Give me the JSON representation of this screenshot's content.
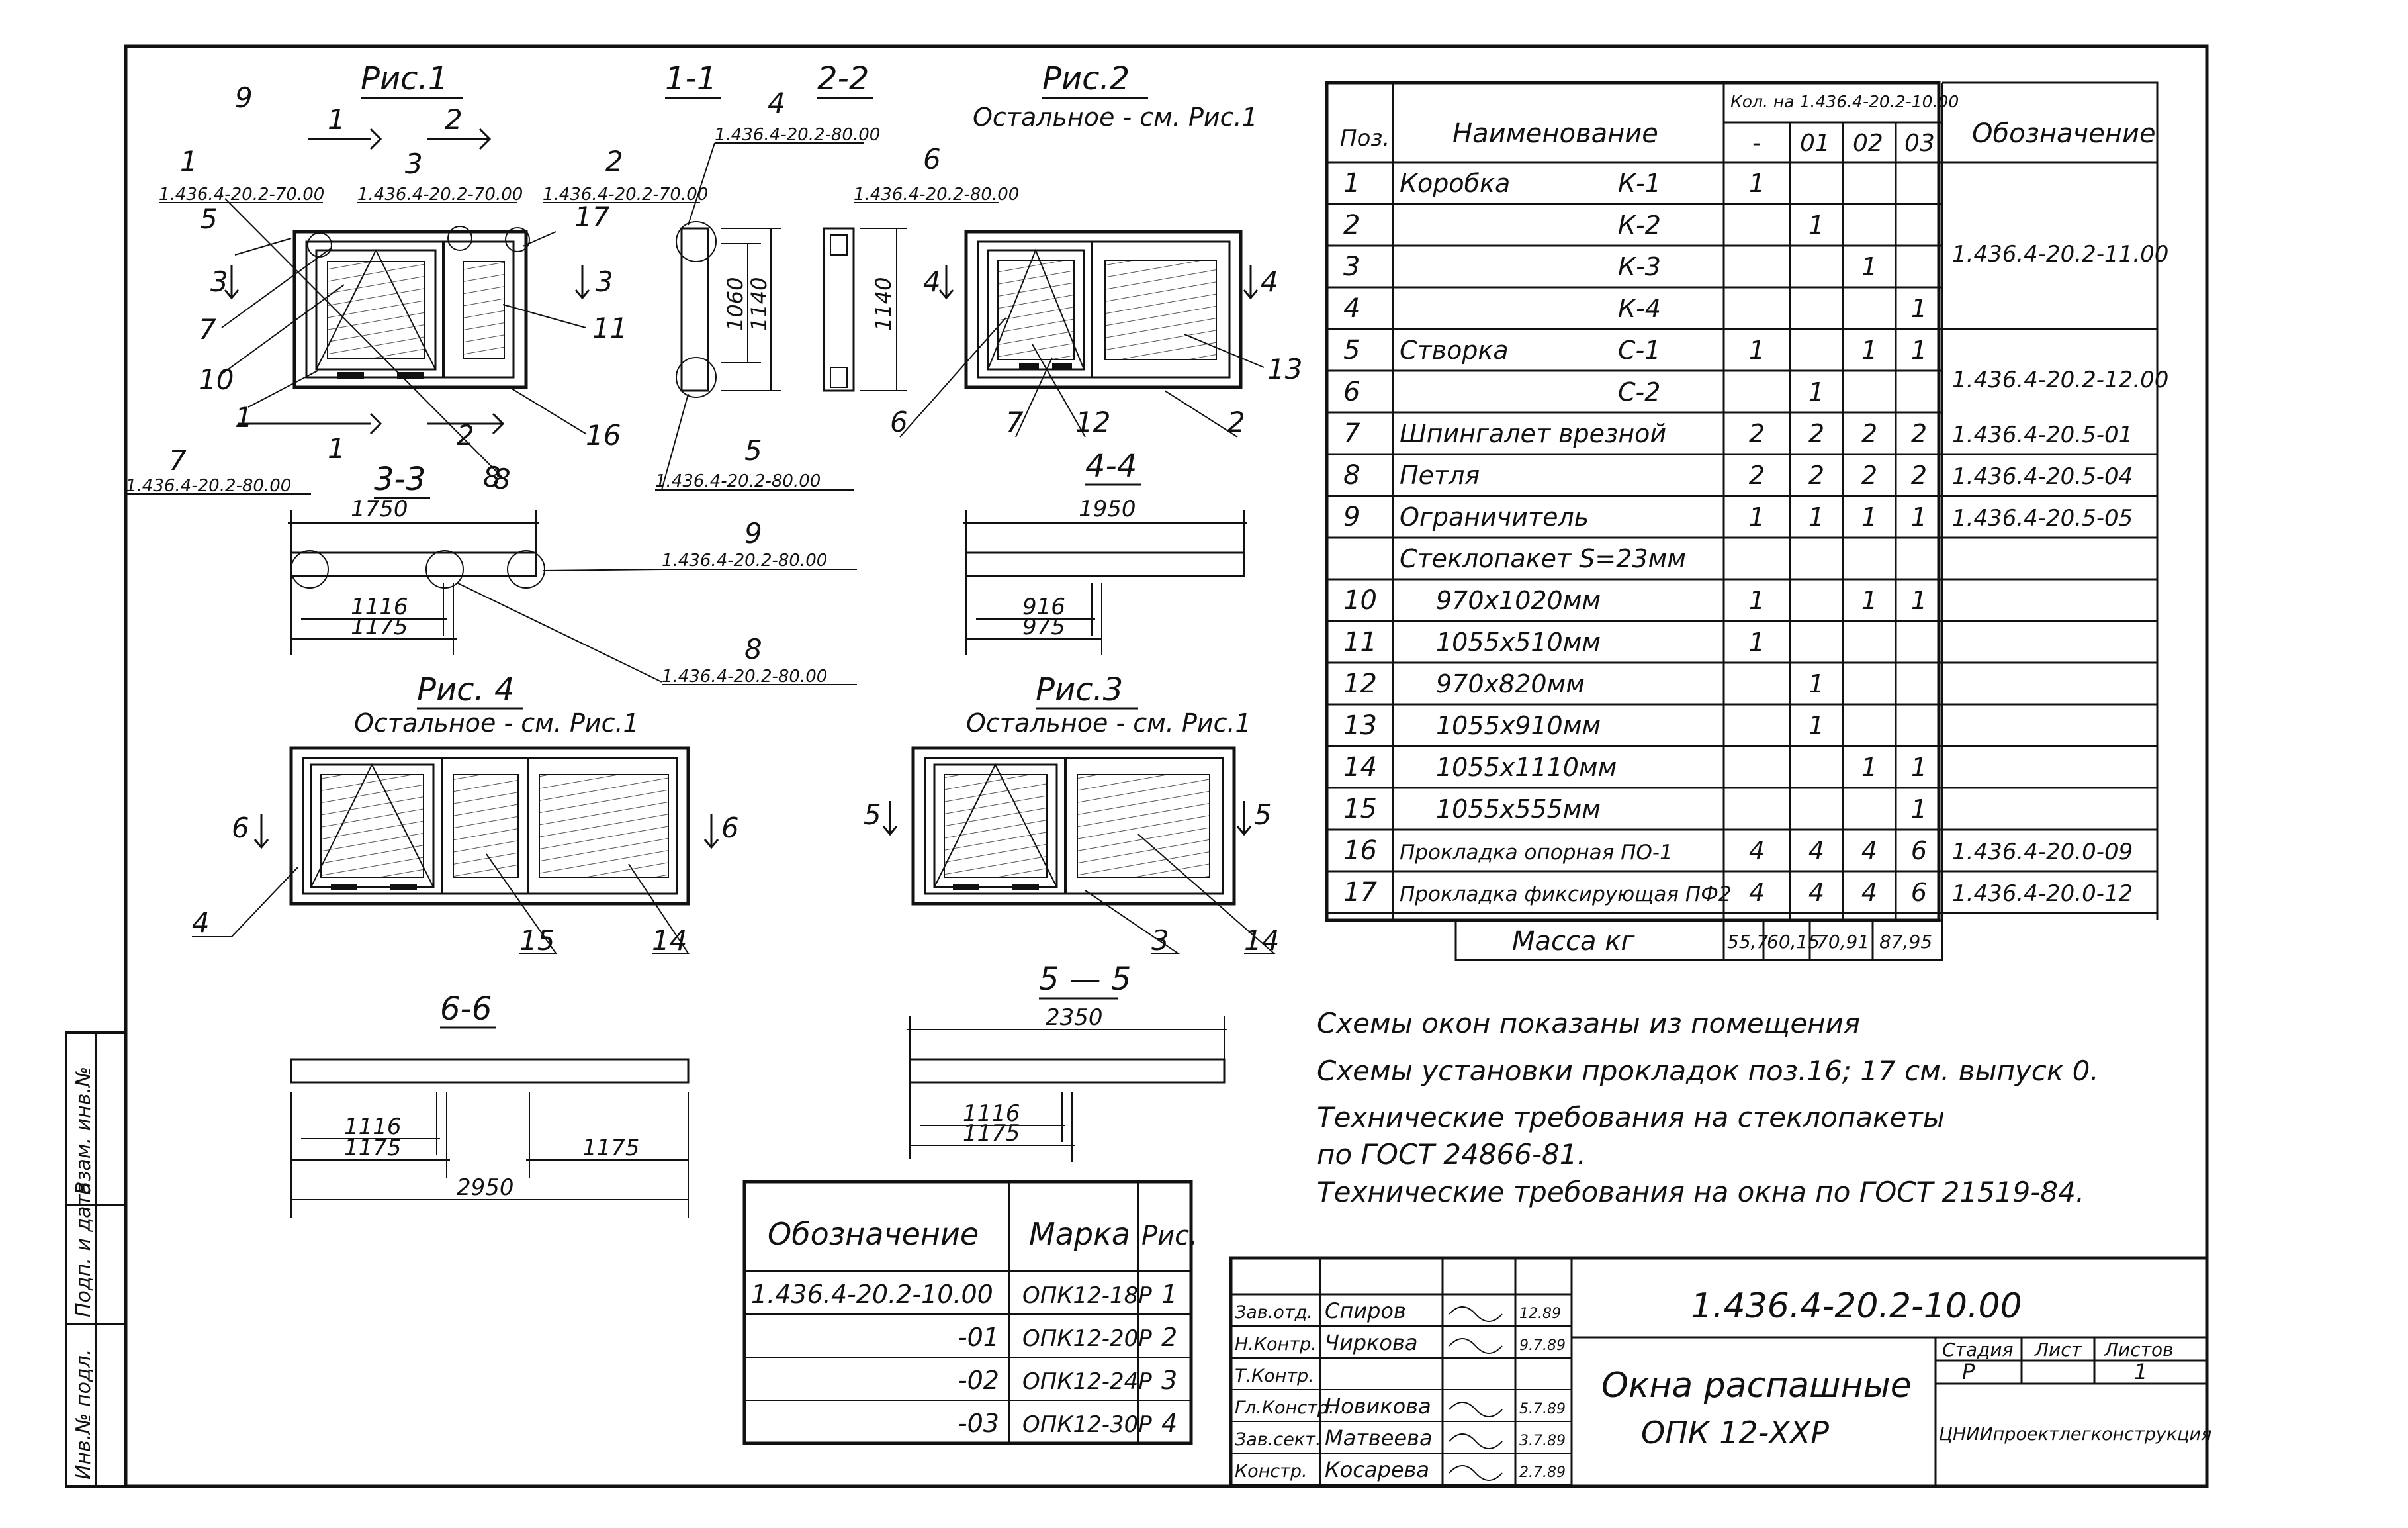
{
  "figures": {
    "ris1": {
      "title": "Рис.1",
      "sec_1": "1",
      "sec_2": "2",
      "sec_3": "3",
      "c1_num": "1",
      "c1_ref": "1.436.4-20.2-70.00",
      "c3_num": "3",
      "c3_ref": "1.436.4-20.2-70.00",
      "c2_num": "2",
      "c2_ref": "1.436.4-20.2-70.00",
      "c9": "9",
      "c5": "5",
      "c17": "17",
      "c7": "7",
      "c10": "10",
      "c11": "11",
      "c16": "16",
      "c8": "8"
    },
    "ris2": {
      "title": "Рис.2",
      "note": "Остальное - см. Рис.1",
      "c6": "6",
      "c7": "7",
      "c12": "12",
      "c2": "2",
      "c13": "13",
      "sec_4": "4"
    },
    "ris3": {
      "title": "Рис.3",
      "note": "Остальное - см. Рис.1",
      "c3": "3",
      "c14": "14",
      "sec_5": "5"
    },
    "ris4": {
      "title": "Рис. 4",
      "note": "Остальное - см. Рис.1",
      "c4": "4",
      "c15": "15",
      "c14": "14",
      "sec_6": "6"
    }
  },
  "sections": {
    "s11": {
      "title": "1-1",
      "num": "4",
      "ref_top": "1.436.4-20.2-80.00",
      "dim_a": "1060",
      "dim_b": "1140",
      "num_bottom": "5",
      "ref_bottom": "1.436.4-20.2-80.00"
    },
    "s22": {
      "title": "2-2",
      "num": "6",
      "ref": "1.436.4-20.2-80.00",
      "dim": "1140"
    },
    "s33": {
      "title": "3-3",
      "dim_total": "1750",
      "dim_inner": "1116",
      "dim_outer": "1175",
      "c7": "7",
      "c7_ref": "1.436.4-20.2-80.00",
      "c8": "8",
      "c9": "9",
      "c9_ref": "1.436.4-20.2-80.00",
      "c8b": "8",
      "c8b_ref": "1.436.4-20.2-80.00"
    },
    "s44": {
      "title": "4-4",
      "dim_total": "1950",
      "dim_inner": "916",
      "dim_outer": "975"
    },
    "s55": {
      "title": "5 — 5",
      "dim_total": "2350",
      "dim_inner": "1116",
      "dim_outer": "1175"
    },
    "s66": {
      "title": "6-6",
      "dim_inner": "1116",
      "dim_left": "1175",
      "dim_right": "1175",
      "dim_total": "2950"
    }
  },
  "spec": {
    "headers": {
      "pos": "Поз.",
      "name": "Наименование",
      "qty_group": "Кол. на 1.436.4-20.2-10.00",
      "designation": "Обозначение",
      "qty_cols": [
        "-",
        "01",
        "02",
        "03"
      ]
    },
    "rows": [
      {
        "pos": "1",
        "name": "Коробка",
        "code": "К-1",
        "q": [
          "1",
          "",
          "",
          ""
        ],
        "des": ""
      },
      {
        "pos": "2",
        "name": "",
        "code": "К-2",
        "q": [
          "",
          "1",
          "",
          ""
        ],
        "des": ""
      },
      {
        "pos": "3",
        "name": "",
        "code": "К-3",
        "q": [
          "",
          "",
          "1",
          ""
        ],
        "des": ""
      },
      {
        "pos": "4",
        "name": "",
        "code": "К-4",
        "q": [
          "",
          "",
          "",
          "1"
        ],
        "des": ""
      },
      {
        "pos": "5",
        "name": "Створка",
        "code": "С-1",
        "q": [
          "1",
          "",
          "1",
          "1"
        ],
        "des": ""
      },
      {
        "pos": "6",
        "name": "",
        "code": "С-2",
        "q": [
          "",
          "1",
          "",
          ""
        ],
        "des": ""
      },
      {
        "pos": "7",
        "name": "Шпингалет врезной",
        "code": "",
        "q": [
          "2",
          "2",
          "2",
          "2"
        ],
        "des": "1.436.4-20.5-01"
      },
      {
        "pos": "8",
        "name": "Петля",
        "code": "",
        "q": [
          "2",
          "2",
          "2",
          "2"
        ],
        "des": "1.436.4-20.5-04"
      },
      {
        "pos": "9",
        "name": "Ограничитель",
        "code": "",
        "q": [
          "1",
          "1",
          "1",
          "1"
        ],
        "des": "1.436.4-20.5-05"
      },
      {
        "pos": "",
        "name": "Стеклопакет S=23мм",
        "code": "",
        "q": [
          "",
          "",
          "",
          ""
        ],
        "des": ""
      },
      {
        "pos": "10",
        "name": "970х1020мм",
        "code": "",
        "q": [
          "1",
          "",
          "1",
          "1"
        ],
        "des": ""
      },
      {
        "pos": "11",
        "name": "1055х510мм",
        "code": "",
        "q": [
          "1",
          "",
          "",
          ""
        ],
        "des": ""
      },
      {
        "pos": "12",
        "name": "970х820мм",
        "code": "",
        "q": [
          "",
          "1",
          "",
          ""
        ],
        "des": ""
      },
      {
        "pos": "13",
        "name": "1055х910мм",
        "code": "",
        "q": [
          "",
          "1",
          "",
          ""
        ],
        "des": ""
      },
      {
        "pos": "14",
        "name": "1055х1110мм",
        "code": "",
        "q": [
          "",
          "",
          "1",
          "1"
        ],
        "des": ""
      },
      {
        "pos": "15",
        "name": "1055х555мм",
        "code": "",
        "q": [
          "",
          "",
          "",
          "1"
        ],
        "des": ""
      },
      {
        "pos": "16",
        "name": "Прокладка опорная ПО-1",
        "code": "",
        "q": [
          "4",
          "4",
          "4",
          "6"
        ],
        "des": "1.436.4-20.0-09"
      },
      {
        "pos": "17",
        "name": "Прокладка фиксирующая ПФ2",
        "code": "",
        "q": [
          "4",
          "4",
          "4",
          "6"
        ],
        "des": "1.436.4-20.0-12"
      }
    ],
    "merged_des": [
      "1.436.4-20.2-11.00",
      "1.436.4-20.2-12.00"
    ],
    "mass_label": "Масса кг",
    "mass_values": [
      "55,7",
      "60,15",
      "70,91",
      "87,95"
    ]
  },
  "notes": [
    "Схемы окон показаны из помещения",
    "Схемы установки прокладок поз.16; 17 см. выпуск 0.",
    "Технические требования на стеклопакеты",
    "по ГОСТ 24866-81.",
    "Технические требования на окна по ГОСТ 21519-84."
  ],
  "marks_table": {
    "headers": [
      "Обозначение",
      "Марка",
      "Рис."
    ],
    "rows": [
      [
        "1.436.4-20.2-10.00",
        "ОПК12-18Р",
        "1"
      ],
      [
        "-01",
        "ОПК12-20Р",
        "2"
      ],
      [
        "-02",
        "ОПК12-24Р",
        "3"
      ],
      [
        "-03",
        "ОПК12-30Р",
        "4"
      ]
    ]
  },
  "title_block": {
    "doc_code": "1.436.4-20.2-10.00",
    "title_line1": "Окна распашные",
    "title_line2": "ОПК 12-ХХР",
    "stage_label": "Стадия",
    "sheet_label": "Лист",
    "sheets_label": "Листов",
    "stage": "Р",
    "sheet": "",
    "sheets": "1",
    "org": "ЦНИИпроектлегконструкция",
    "people": [
      {
        "role": "Зав.отд.",
        "name": "Спиров",
        "date": "12.89"
      },
      {
        "role": "Н.Контр.",
        "name": "Чиркова",
        "date": "9.7.89"
      },
      {
        "role": "Т.Контр.",
        "name": "",
        "date": ""
      },
      {
        "role": "Гл.Констр.",
        "name": "Новикова",
        "date": "5.7.89"
      },
      {
        "role": "Зав.сект.",
        "name": "Матвеева",
        "date": "3.7.89"
      },
      {
        "role": "Констр.",
        "name": "Косарева",
        "date": "2.7.89"
      }
    ]
  },
  "side_stamp": [
    "Инв.№ подл.",
    "Подп. и дата",
    "Взам. инв.№"
  ]
}
